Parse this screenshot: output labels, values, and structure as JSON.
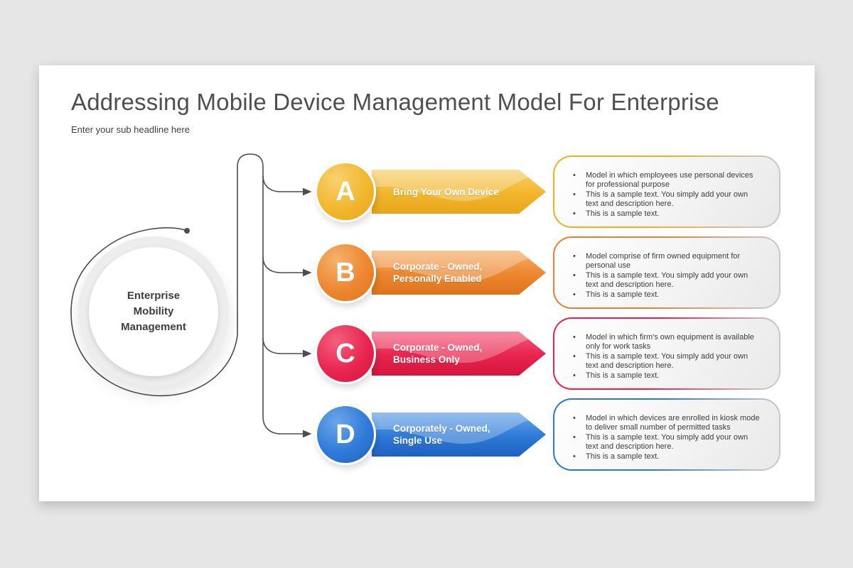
{
  "colors": {
    "page_bg": "#E7E6E6",
    "slide_bg": "#FFFFFF",
    "title_color": "#4F4F4F",
    "text_color": "#3D3D3D",
    "connector_color": "#4D4D4D"
  },
  "slide": {
    "title": "Addressing Mobile Device Management Model For Enterprise",
    "subtitle": "Enter your sub headline here"
  },
  "center_circle": {
    "lines": [
      "Enterprise",
      "Mobility",
      "Management"
    ]
  },
  "items": [
    {
      "letter": "A",
      "label_lines": [
        "Bring Your Own Device",
        ""
      ],
      "colors": {
        "light": "#F8D170",
        "base": "#F2B72E",
        "dark": "#E8A51A",
        "border": "#EFAF25"
      },
      "bullets": [
        "Model in which employees use personal devices for professional purpose",
        "This is a sample text. You simply add your own text and description here.",
        "This is a sample text."
      ]
    },
    {
      "letter": "B",
      "label_lines": [
        "Corporate - Owned,",
        "Personally Enabled"
      ],
      "colors": {
        "light": "#F5B26B",
        "base": "#ED8731",
        "dark": "#DE741A",
        "border": "#ED7D31"
      },
      "bullets": [
        "Model comprise of firm owned equipment for personal use",
        "This is a sample text. You simply add your own text and description here.",
        "This is a sample text."
      ]
    },
    {
      "letter": "C",
      "label_lines": [
        "Corporate - Owned,",
        "Business Only"
      ],
      "colors": {
        "light": "#F3607E",
        "base": "#E92550",
        "dark": "#D4153E",
        "border": "#E6244B"
      },
      "bullets": [
        "Model in which firm's own equipment is available only for work tasks",
        "This is a sample text. You simply add your own text and description here.",
        "This is a sample text."
      ]
    },
    {
      "letter": "D",
      "label_lines": [
        "Corporately - Owned,",
        "Single Use"
      ],
      "colors": {
        "light": "#6CA6E8",
        "base": "#2F7BD9",
        "dark": "#1E61BF",
        "border": "#2E75D6"
      },
      "bullets": [
        "Model in which devices are enrolled in kiosk mode to deliver small number of permitted tasks",
        "This is a sample text. You simply add your own text and description here.",
        "This is a sample text."
      ]
    }
  ]
}
